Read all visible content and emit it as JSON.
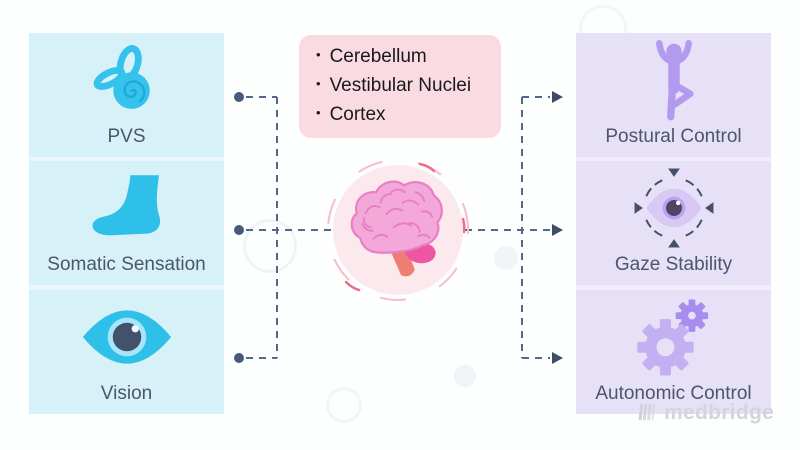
{
  "diagram": {
    "inputs": [
      {
        "label": "PVS",
        "icon": "inner-ear-icon"
      },
      {
        "label": "Somatic Sensation",
        "icon": "foot-icon"
      },
      {
        "label": "Vision",
        "icon": "eye-icon"
      }
    ],
    "processing": {
      "icon": "brain-icon",
      "items": [
        "Cerebellum",
        "Vestibular Nuclei",
        "Cortex"
      ]
    },
    "outputs": [
      {
        "label": "Postural Control",
        "icon": "yoga-pose-icon"
      },
      {
        "label": "Gaze Stability",
        "icon": "gaze-stability-eye-icon"
      },
      {
        "label": "Autonomic Control",
        "icon": "gears-icon"
      }
    ]
  },
  "branding": {
    "logo_text": "medbridge",
    "logo_icon": "medbridge-mark-icon"
  },
  "colors": {
    "input_card_bg": "#d7f1f9",
    "input_icon_cyan": "#35c2ec",
    "output_card_bg": "#e7e1f8",
    "output_icon_purple": "#b29bef",
    "center_panel_bg": "#fbdbe2",
    "brain_circle_bg": "#fce9ee",
    "brain_pink": "#f4a8d9",
    "brain_outline": "#e87fc6",
    "cerebellum_pink": "#ee55a2",
    "brainstem_salmon": "#ee7d72",
    "connector_slate": "#54678f",
    "arrow_slate": "#3f4c66",
    "label_text": "#4b566b",
    "list_text": "#17191f",
    "logo_gray": "#d2d6dc"
  }
}
